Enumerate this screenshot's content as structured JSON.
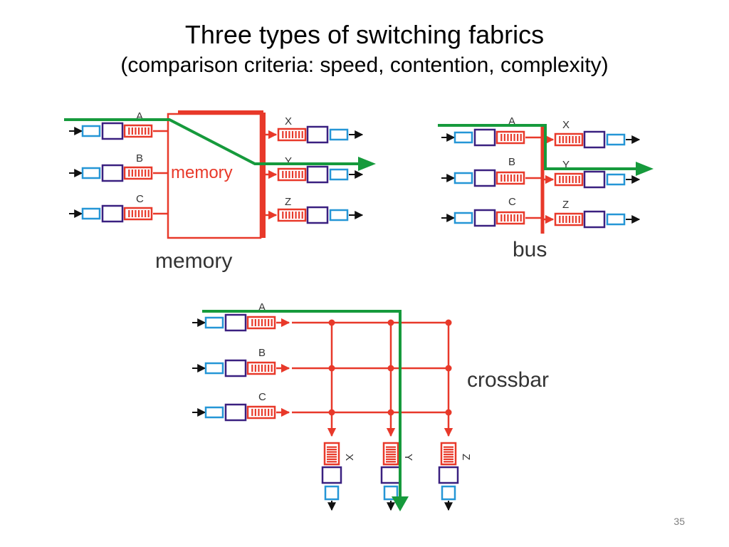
{
  "title": "Three types of switching fabrics",
  "subtitle": "(comparison criteria: speed, contention, complexity)",
  "page_number": "35",
  "colors": {
    "red": "#e8392a",
    "green": "#169a3c",
    "blue": "#2596d6",
    "purple": "#3a2080",
    "arrow": "#111111",
    "label": "#333333"
  },
  "memory": {
    "caption": "memory",
    "inner_label": "memory",
    "inputs": [
      "A",
      "B",
      "C"
    ],
    "outputs": [
      "X",
      "Y",
      "Z"
    ]
  },
  "bus": {
    "caption": "bus",
    "inputs": [
      "A",
      "B",
      "C"
    ],
    "outputs": [
      "X",
      "Y",
      "Z"
    ]
  },
  "crossbar": {
    "caption": "crossbar",
    "inputs": [
      "A",
      "B",
      "C"
    ],
    "outputs": [
      "X",
      "Y",
      "Z"
    ]
  }
}
